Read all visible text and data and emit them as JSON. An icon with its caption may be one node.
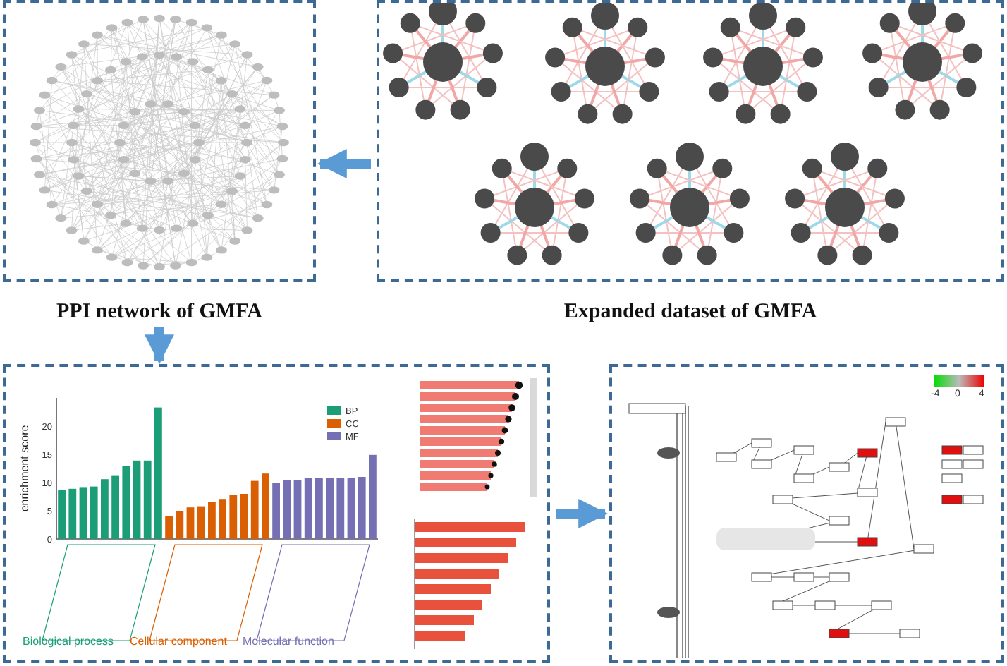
{
  "diagram": {
    "nodes": [
      {
        "text": [
          "PPI network of GMFA"
        ]
      },
      {
        "text": [
          "Expanded dataset of GMFA"
        ]
      },
      {
        "text": [],
        "shape": "box"
      },
      {
        "text": [],
        "shape": "box"
      }
    ],
    "edges": [
      {
        "from": 1,
        "to": 0,
        "arrow": "to"
      },
      {
        "from": 0,
        "to": 2,
        "arrow": "to"
      },
      {
        "from": 2,
        "to": 3,
        "arrow": "to"
      }
    ],
    "labels": [
      "Biological process",
      "Cellular component",
      "Molecular function",
      "-4",
      "0",
      "4"
    ],
    "chart_data": {
      "type": "bar",
      "ylabel": "enrichment score",
      "yticks": [
        0,
        5,
        10,
        15,
        20
      ],
      "ylim": [
        0,
        25
      ],
      "stacked": true,
      "legend": "upper right",
      "series": [
        {
          "name": "BP",
          "color": "#1b9e77",
          "values": [
            8.7,
            8.9,
            9.2,
            9.3,
            10.6,
            11.3,
            12.9,
            13.9,
            13.9,
            23.3,
            null,
            null,
            null,
            null,
            null,
            null,
            null,
            null,
            null,
            null,
            null,
            null,
            null,
            null,
            null,
            null,
            null,
            null,
            null,
            null
          ]
        },
        {
          "name": "CC",
          "color": "#d95f02",
          "values": [
            null,
            null,
            null,
            null,
            null,
            null,
            null,
            null,
            null,
            null,
            4.0,
            4.9,
            5.6,
            5.8,
            6.6,
            7.1,
            7.8,
            8.0,
            10.3,
            11.6,
            null,
            null,
            null,
            null,
            null,
            null,
            null,
            null,
            null,
            null
          ]
        },
        {
          "name": "MF",
          "color": "#7570b3",
          "values": [
            null,
            null,
            null,
            null,
            null,
            null,
            null,
            null,
            null,
            null,
            null,
            null,
            null,
            null,
            null,
            null,
            null,
            null,
            null,
            null,
            10.0,
            10.5,
            10.5,
            10.8,
            10.8,
            10.8,
            10.8,
            10.8,
            11.0,
            14.9
          ]
        }
      ]
    }
  }
}
